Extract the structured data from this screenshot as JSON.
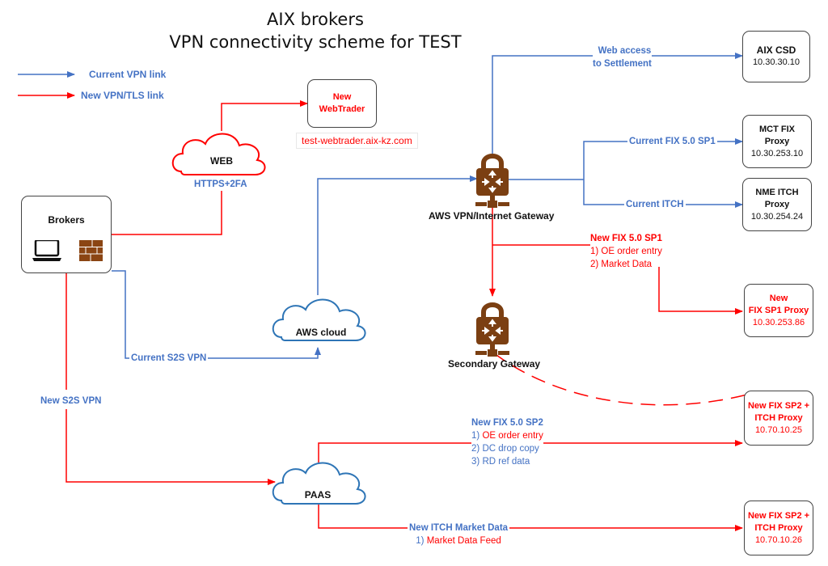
{
  "title": {
    "line1": "AIX brokers",
    "line2": "VPN connectivity scheme for TEST"
  },
  "legend": {
    "items": [
      {
        "label": "Current VPN link",
        "color": "#4472C4"
      },
      {
        "label": "New VPN/TLS link",
        "color": "#FF0000"
      }
    ]
  },
  "colors": {
    "current": "#4472C4",
    "new": "#FF0000",
    "gateway_icon": "#7B3F12",
    "cloud_blue": "#2E75B6"
  },
  "nodes": {
    "brokers": {
      "label": "Brokers",
      "icons": [
        "laptop-icon",
        "firewall-icon"
      ]
    },
    "web_cloud": {
      "label": "WEB",
      "sublabel": "HTTPS+2FA"
    },
    "webtrader": {
      "line1": "New",
      "line2": "WebTrader",
      "url": "test-webtrader.aix-kz.com"
    },
    "aws_cloud": {
      "label": "AWS cloud"
    },
    "paas": {
      "label": "PAAS"
    },
    "aws_gateway": {
      "label": "AWS VPN/Internet Gateway",
      "icon": "vpn-gateway-lock-icon"
    },
    "secondary_gateway": {
      "label": "Secondary Gateway",
      "icon": "vpn-gateway-lock-icon"
    },
    "aix_csd": {
      "name": "AIX CSD",
      "ip": "10.30.30.10"
    },
    "mct_fix": {
      "name1": "MCT FIX",
      "name2": "Proxy",
      "ip": "10.30.253.10"
    },
    "nme_itch": {
      "name1": "NME ITCH",
      "name2": "Proxy",
      "ip": "10.30.254.24"
    },
    "new_fix_sp1": {
      "name1": "New",
      "name2": "FIX SP1 Proxy",
      "ip": "10.30.253.86"
    },
    "new_fix_sp2_a": {
      "name1": "New FIX SP2 +",
      "name2": "ITCH Proxy",
      "ip": "10.70.10.25"
    },
    "new_fix_sp2_b": {
      "name1": "New FIX SP2 +",
      "name2": "ITCH Proxy",
      "ip": "10.70.10.26"
    }
  },
  "links": {
    "web_access": {
      "line1": "Web access",
      "line2": "to Settlement"
    },
    "current_fix": "Current FIX 5.0 SP1",
    "current_itch": "Current ITCH",
    "new_fix_sp1": {
      "title": "New FIX 5.0 SP1",
      "items": [
        "1) OE order entry",
        "2) Market Data"
      ]
    },
    "current_s2s": "Current S2S VPN",
    "new_s2s": "New S2S VPN",
    "new_fix_sp2": {
      "title": "New FIX 5.0 SP2",
      "items": [
        {
          "num": "1)",
          "text": "OE order entry",
          "highlight": true
        },
        {
          "num": "2)",
          "text": "DC drop copy",
          "highlight": false
        },
        {
          "num": "3)",
          "text": "RD ref data",
          "highlight": false
        }
      ]
    },
    "new_itch": {
      "title": "New ITCH Market Data",
      "item_num": "1)",
      "item_text": "Market Data Feed"
    }
  }
}
